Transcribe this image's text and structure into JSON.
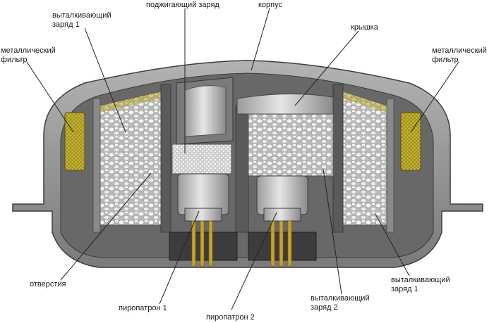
{
  "labels": {
    "eject_charge_top_left": "выталкивающий\nзаряд 1",
    "ignition_charge": "поджигающий заряд",
    "housing": "корпус",
    "lid": "крышка",
    "metal_filter_left": "металлический\nфильтр",
    "metal_filter_right": "металлический\nфильтр",
    "holes": "отверстия",
    "squib_1": "пиропатрон 1",
    "squib_2": "пиропатрон 2",
    "eject_charge_2": "выталкивающий\nзаряд 2",
    "eject_charge_right": "выталкивающий\nзаряд 1"
  },
  "colors": {
    "housing": "#8e8e8e",
    "housing_dark": "#5c5c5c",
    "inner": "#6f6f6f",
    "filter": "#d9c94a",
    "pellet": "#f2f2f2",
    "pin": "#c9a227"
  }
}
